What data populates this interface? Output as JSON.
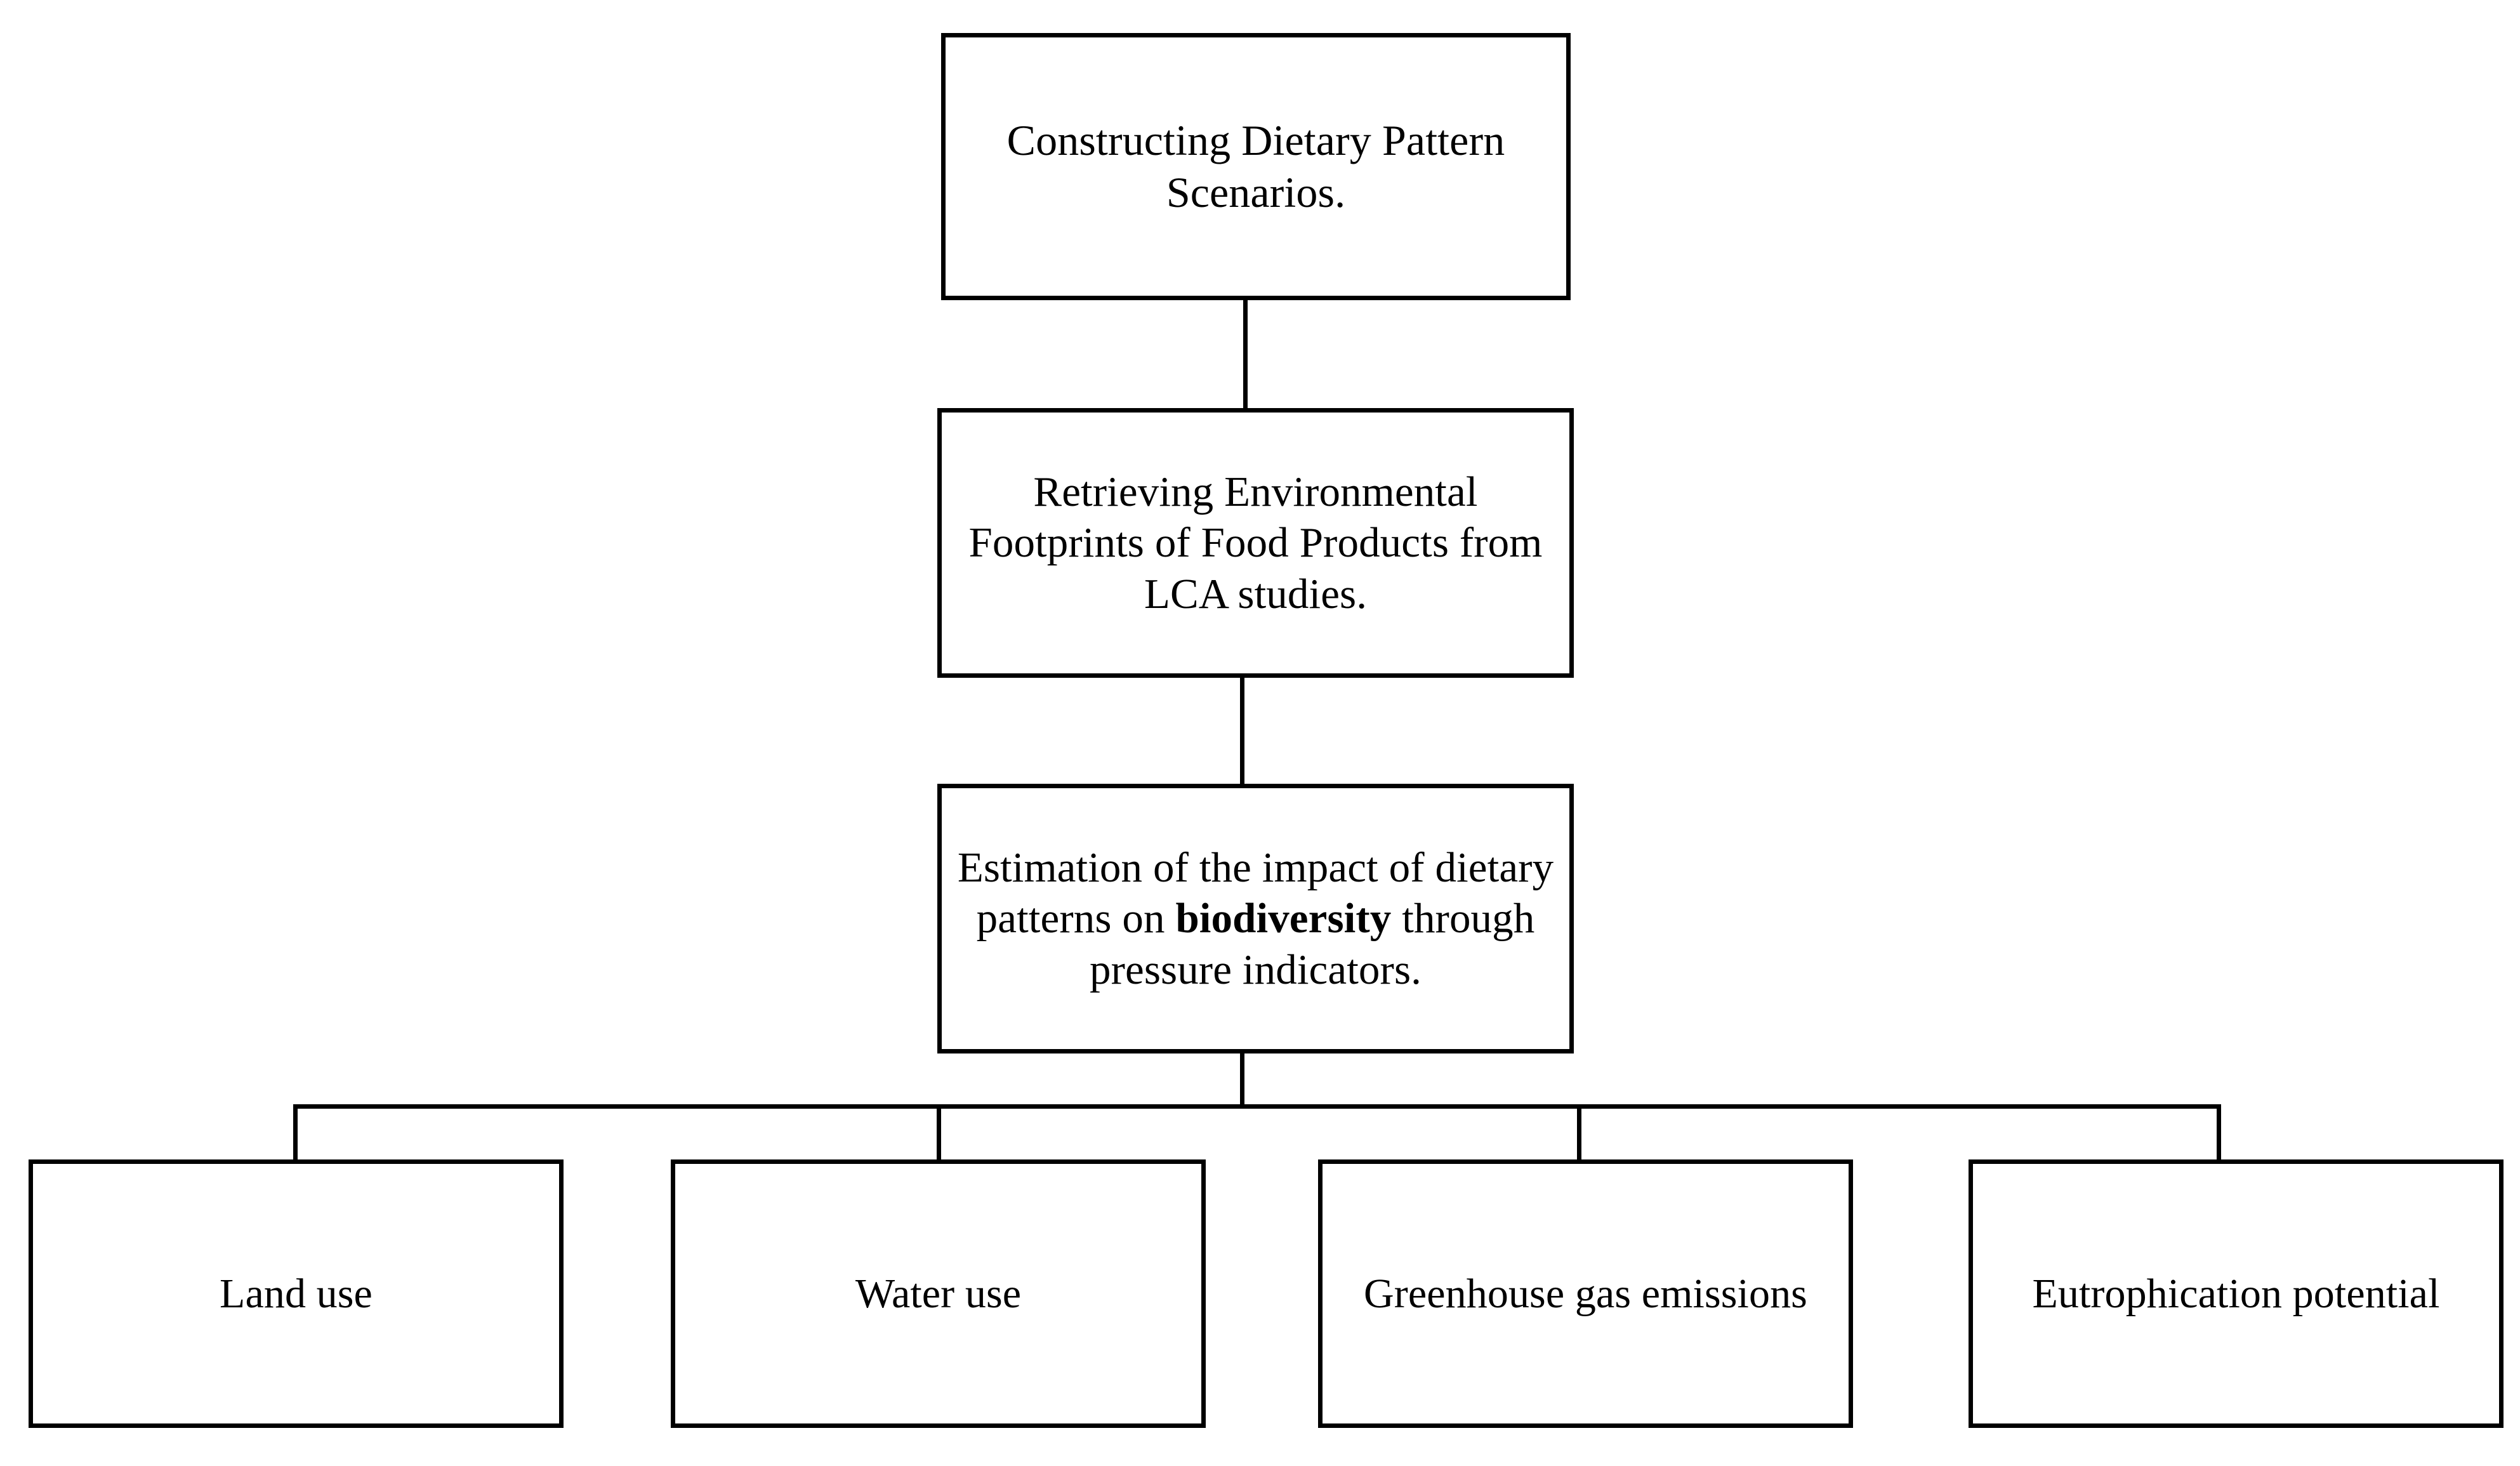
{
  "diagram": {
    "title": "Dietary pattern biodiversity assessment flowchart",
    "type": "flowchart",
    "orientation": "top-to-bottom",
    "colors": {
      "background": "#ffffff",
      "stroke": "#000000",
      "text": "#000000"
    },
    "steps": [
      {
        "id": "step-1",
        "name": "constructing-dietary-pattern-scenarios",
        "label": "Constructing Dietary Pattern Scenarios.",
        "emphasis": null
      },
      {
        "id": "step-2",
        "name": "retrieving-environmental-footprints",
        "label": "Retrieving Environmental Footprints of Food Products from LCA studies.",
        "emphasis": null
      },
      {
        "id": "step-3",
        "name": "estimation-of-impact-on-biodiversity",
        "label_before": "Estimation of the impact of dietary patterns on ",
        "label_emphasis": "biodiversity",
        "label_after": " through pressure indicators.",
        "emphasis": "biodiversity"
      }
    ],
    "indicators": [
      {
        "id": "indicator-1",
        "name": "land-use",
        "label": "Land use"
      },
      {
        "id": "indicator-2",
        "name": "water-use",
        "label": "Water use"
      },
      {
        "id": "indicator-3",
        "name": "greenhouse-gas-emissions",
        "label": "Greenhouse gas emissions"
      },
      {
        "id": "indicator-4",
        "name": "eutrophication-potential",
        "label": "Eutrophication potential"
      }
    ]
  }
}
